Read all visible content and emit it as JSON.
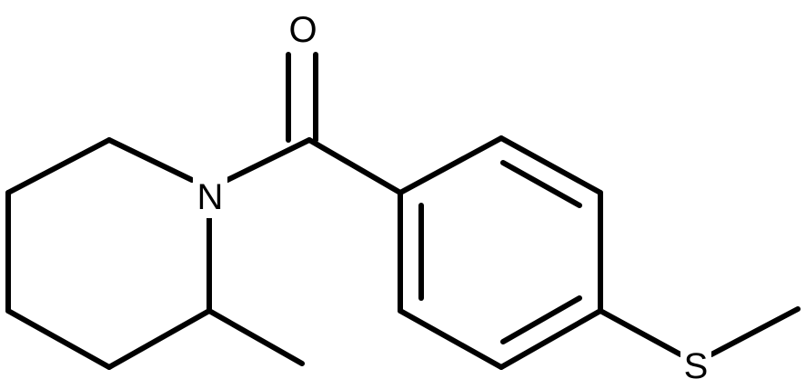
{
  "molecule": {
    "atoms": {
      "oxygen": "O",
      "nitrogen": "N",
      "sulfur": "S"
    },
    "colors": {
      "bond": "#000000",
      "background": "#ffffff"
    }
  }
}
